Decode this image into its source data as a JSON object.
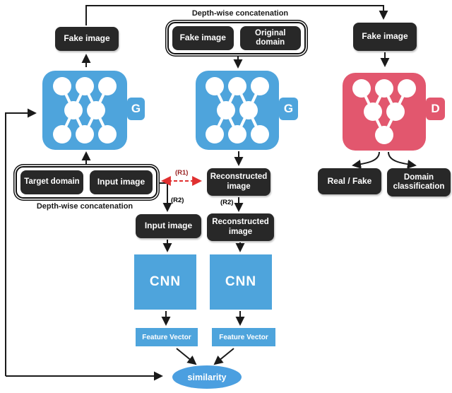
{
  "diagram": {
    "top": {
      "depthwise_label": "Depth-wise concatenation",
      "fake_image_left": "Fake image",
      "concat_box": {
        "fake_image": "Fake image",
        "original_domain": "Original domain"
      },
      "fake_image_right": "Fake image"
    },
    "blocks": {
      "generator_left_label": "G",
      "generator_middle_label": "G",
      "discriminator_label": "D"
    },
    "middle": {
      "target_domain": "Target domain",
      "input_image": "Input image",
      "depthwise_label": "Depth-wise concatenation",
      "r1_label": "(R1)",
      "r2_label_left": "(R2)",
      "r2_label_mid": "(R2)",
      "reconstructed_image": "Reconstructed image"
    },
    "outputs": {
      "real_fake": "Real / Fake",
      "domain_classification": "Domain classification"
    },
    "bottom": {
      "input_image": "Input image",
      "reconstructed_image": "Reconstructed image",
      "cnn_left": "CNN",
      "cnn_right": "CNN",
      "feature_vector_left": "Feature Vector",
      "feature_vector_right": "Feature Vector",
      "similarity": "similarity"
    }
  },
  "colors": {
    "blue": "#4EA4DC",
    "pink": "#E2576E",
    "dark": "#282828",
    "red": "#E03030",
    "line": "#1A1A1A",
    "simblue": "#4B9FE0"
  }
}
